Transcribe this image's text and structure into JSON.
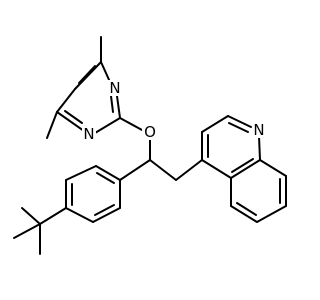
{
  "molecule": {
    "atoms": [
      {
        "id": "n1",
        "symbol": "N"
      },
      {
        "id": "n3",
        "symbol": "N"
      },
      {
        "id": "o",
        "symbol": "O"
      },
      {
        "id": "nq",
        "symbol": "N"
      }
    ],
    "colors": {
      "bond": "#000000",
      "label": "#000000",
      "background": "#ffffff"
    }
  }
}
